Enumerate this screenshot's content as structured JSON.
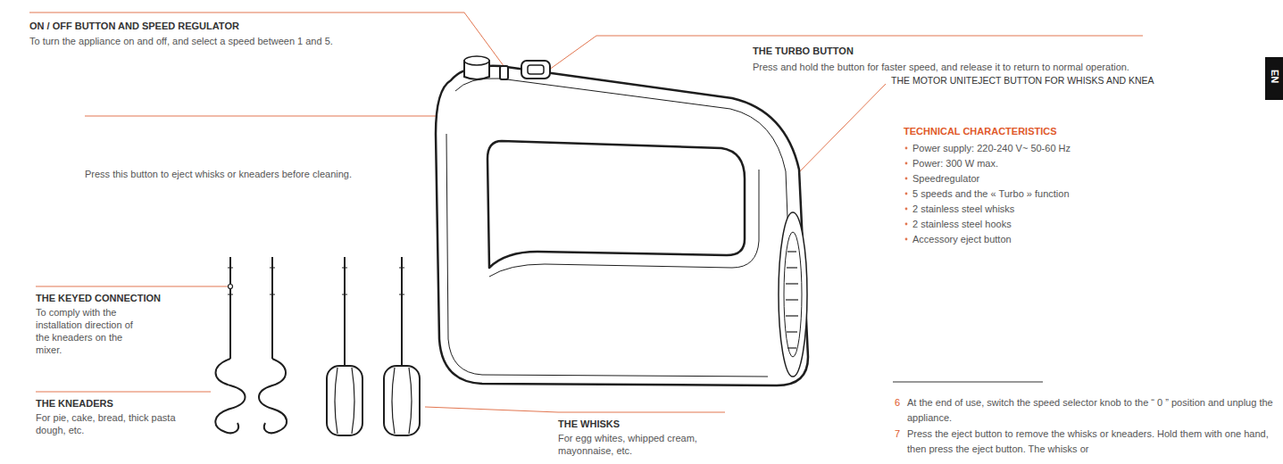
{
  "diagram": {
    "labels": [
      "ON / OFF BUTTON AND SPEED REGULATOR",
      "To turn the appliance on and off, and select a speed between 1 and 5.",
      "Press this button to eject whisks or kneaders before cleaning.",
      "THE TURBO BUTTON",
      "Press and hold the button for faster speed, and release it to return to normal operation.",
      "THE MOTOR UNITEJECT BUTTON FOR WHISKS AND KNEA",
      "EN",
      "TECHNICAL CHARACTERISTICS",
      "Power supply: 220-240 V~ 50-60 Hz",
      "Power: 300 W max.",
      "Speedregulator",
      "5 speeds and the « Turbo » function",
      "2 stainless steel whisks",
      "2 stainless steel hooks",
      "Accessory eject button",
      "6",
      "At the end of use, switch the speed selector knob to the “ 0 ” position and unplug the appliance.",
      "7",
      "Press the eject button to remove the whisks or kneaders. Hold them with one hand, then press the eject button. The whisks or",
      "THE KEYED CONNECTION",
      "To comply with the installation direction of the kneaders on the mixer.",
      "THE KNEADERS",
      "For pie, cake, bread, thick pasta dough, etc.",
      "THE WHISKS",
      "For egg whites, whipped cream, mayonnaise, etc."
    ]
  }
}
